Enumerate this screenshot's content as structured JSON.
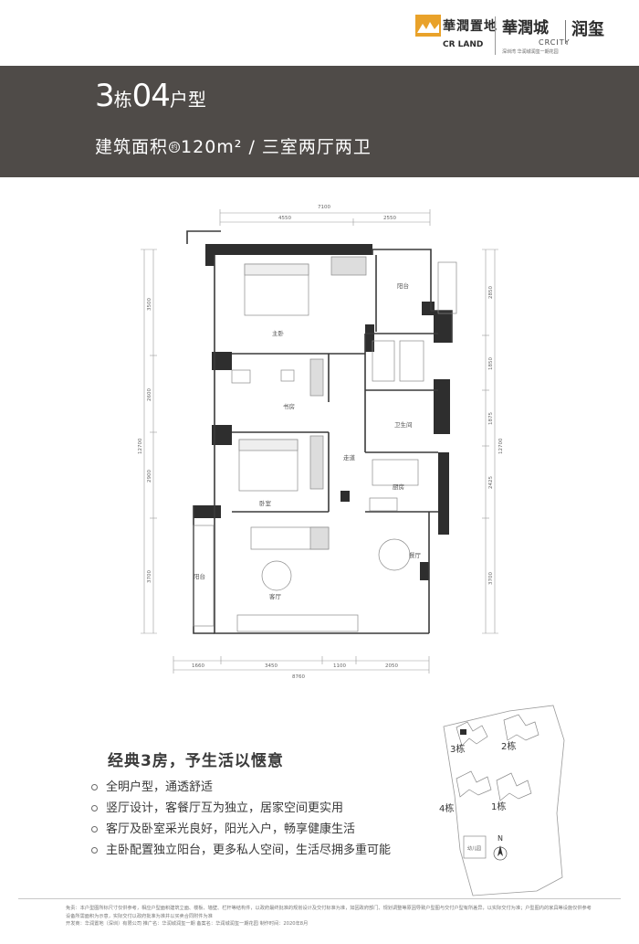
{
  "header": {
    "brand_cn": "華潤置地",
    "brand_en": "CR LAND",
    "project_cn": "華潤城",
    "project_en": "CRCITY",
    "project_sub": "深圳湾   华润城润玺一期花园",
    "product_cn": "润玺"
  },
  "banner": {
    "building": "3",
    "building_unit": "栋",
    "unit_no": "04",
    "unit_suffix": "户型",
    "area_label": "建筑面积",
    "area_approx": "约",
    "area_value": "120m²",
    "layout": "三室两厅两卫"
  },
  "plan": {
    "rooms": {
      "master_bedroom": "主卧",
      "balcony_top": "阳台",
      "study": "书房",
      "bathroom": "卫生间",
      "corridor": "走道",
      "kitchen": "厨房",
      "bedroom": "卧室",
      "dining": "餐厅",
      "balcony_left": "阳台",
      "living": "客厅"
    },
    "dims_top": {
      "total": "7100",
      "a": "4550",
      "b": "2550"
    },
    "dims_bottom": {
      "total": "8760",
      "a": "1660",
      "b": "3450",
      "c": "1100",
      "d": "2050"
    },
    "dims_left": {
      "total": "12700",
      "a": "3500",
      "b": "2600",
      "c": "2900",
      "d": "3700"
    },
    "dims_right": {
      "total": "12700",
      "a": "2850",
      "b": "1850",
      "c": "1875",
      "d": "2425",
      "e": "3700"
    }
  },
  "slogan": "经典3房，予生活以惬意",
  "features": [
    "全明户型，通透舒适",
    "竖厅设计，客餐厅互为独立，居家空间更实用",
    "客厅及卧室采光良好，阳光入户，畅享健康生活",
    "主卧配置独立阳台，更多私人空间，生活尽拥多重可能"
  ],
  "siteplan": {
    "b3": "3栋",
    "b2": "2栋",
    "b4": "4栋",
    "b1": "1栋",
    "kindergarten": "幼儿园",
    "north": "N"
  },
  "disclaimer": [
    "免责：本户型图所标尺寸仅供参考，相应户型面积建筑立面、楼板、墙壁、栏杆等结构件，以政府最终批准的规划设计及交付标准为准，如因政府部门、规划调整等原因导致户型图与交付户型有所差异，以实际交付为准；户型图内的家具等设施仅供参考",
    "设备所需面积为示意，实际交付以政府批准为准并以买卖合同附件为准",
    "开发商：华润置地（深圳）有限公司    推广名：华润城润玺一期    备案名：华润城润玺一期花园    制作时间：2020年8月"
  ]
}
